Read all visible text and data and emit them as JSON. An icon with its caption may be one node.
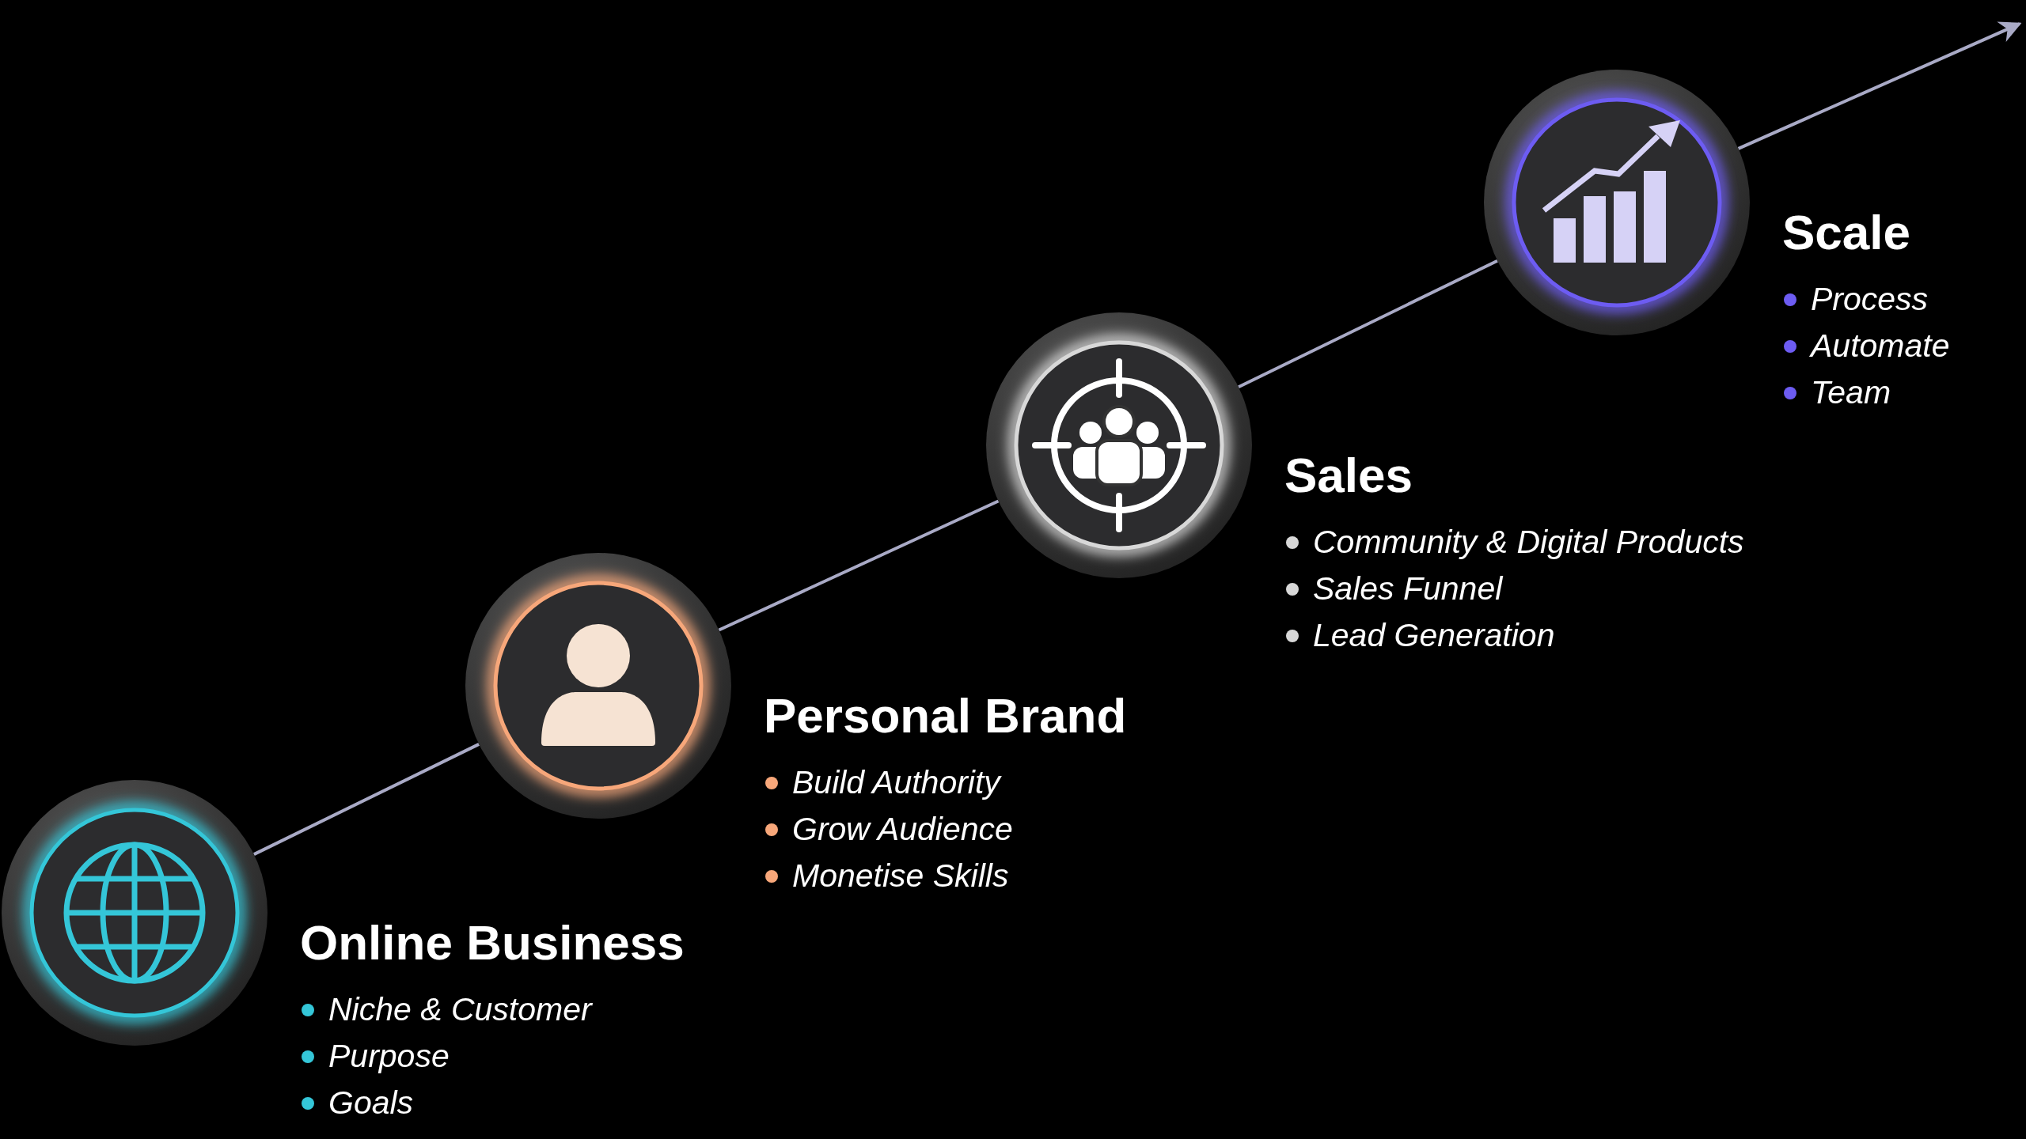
{
  "diagram": {
    "nodes": [
      {
        "text": [],
        "shape": "circle",
        "beside": [
          "Online Business",
          "Niche & Customer",
          "Purpose",
          "Goals"
        ]
      },
      {
        "text": [],
        "shape": "circle",
        "beside": [
          "Personal Brand",
          "Build Authority",
          "Grow Audience",
          "Monetise Skills"
        ]
      },
      {
        "text": [],
        "shape": "circle",
        "beside": [
          "Sales",
          "Community & Digital Products",
          "Sales Funnel",
          "Lead Generation"
        ]
      },
      {
        "text": [],
        "shape": "circle",
        "beside": [
          "Scale",
          "Process",
          "Automate",
          "Team"
        ]
      }
    ],
    "edges": [
      {
        "from": 0,
        "to": 1,
        "arrow": "none"
      },
      {
        "from": 1,
        "to": 2,
        "arrow": "none"
      },
      {
        "from": 2,
        "to": 3,
        "arrow": "none"
      },
      {
        "from": 3,
        "to": null,
        "arrow": "to"
      }
    ]
  }
}
